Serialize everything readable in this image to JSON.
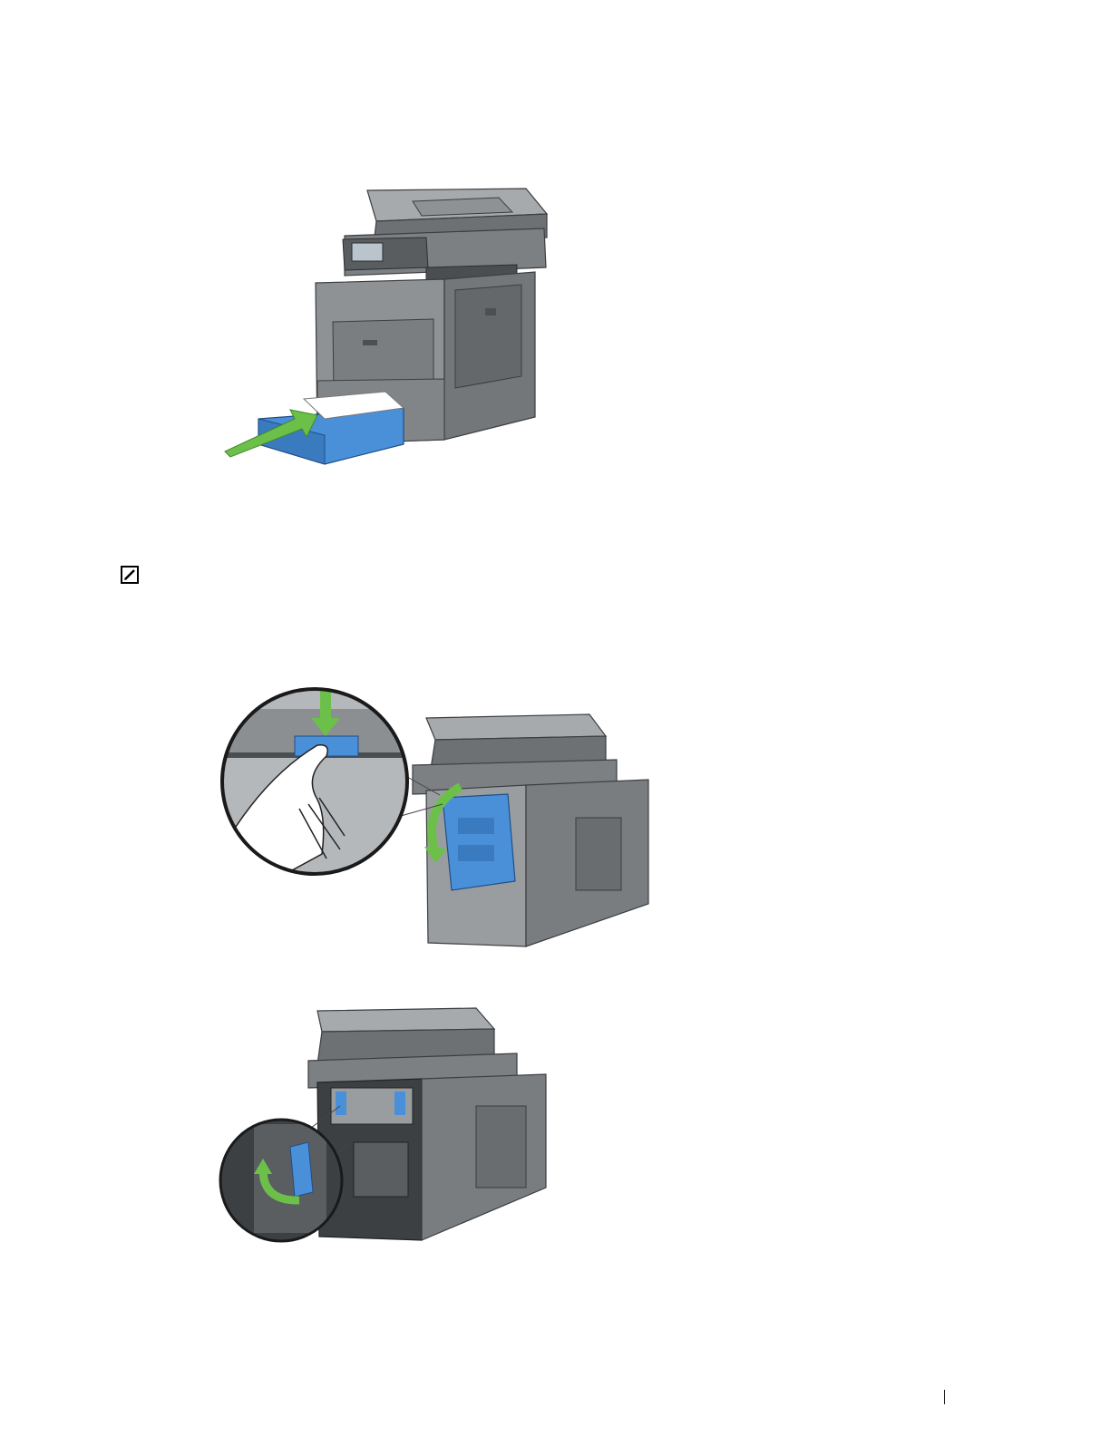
{
  "page": {
    "background": "#ffffff"
  },
  "figures": [
    {
      "name": "insert-tray-illustration",
      "icon": "printer-front-tray-insert"
    },
    {
      "name": "open-rear-cover-illustration",
      "icon": "printer-rear-cover-open"
    },
    {
      "name": "fuser-lever-illustration",
      "icon": "printer-fuser-lever-lift"
    }
  ],
  "note": {
    "icon": "pencil-note-icon"
  },
  "colors": {
    "printer_body": "#8a8d90",
    "printer_dark": "#5c5f62",
    "printer_light": "#b5b8bb",
    "part_blue": "#4a90d9",
    "arrow_green": "#6cc04a"
  }
}
